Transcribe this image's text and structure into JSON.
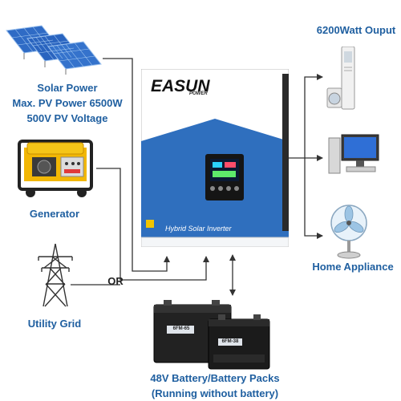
{
  "source": {
    "solar": {
      "line1": "Solar Power",
      "line2": "Max. PV Power 6500W",
      "line3": "500V PV Voltage"
    },
    "generator": {
      "label": "Generator"
    },
    "grid": {
      "label": "Utility Grid"
    },
    "or_label": "OR"
  },
  "inverter": {
    "brand_main": "EASUN",
    "brand_sub": "POWER",
    "product_label": "Hybrid Solar Inverter",
    "colors": {
      "body": "#ffffff",
      "blue": "#2f6fbe",
      "blue_dark": "#1e4f96",
      "side": "#2a2a2a",
      "panel": "#1a1a1a"
    }
  },
  "output": {
    "title": "6200Watt Ouput",
    "home_appliance": "Home Appliance",
    "devices": [
      "air-conditioner-icon",
      "washing-machine-icon",
      "desktop-computer-icon",
      "electric-fan-icon"
    ]
  },
  "battery": {
    "line1": "48V Battery/Battery Packs",
    "line2": "(Running without battery)",
    "badge_a": "6FM-65",
    "badge_b": "6FM-38"
  },
  "colors": {
    "label_blue": "#1f5fa0",
    "wire": "#333333"
  }
}
